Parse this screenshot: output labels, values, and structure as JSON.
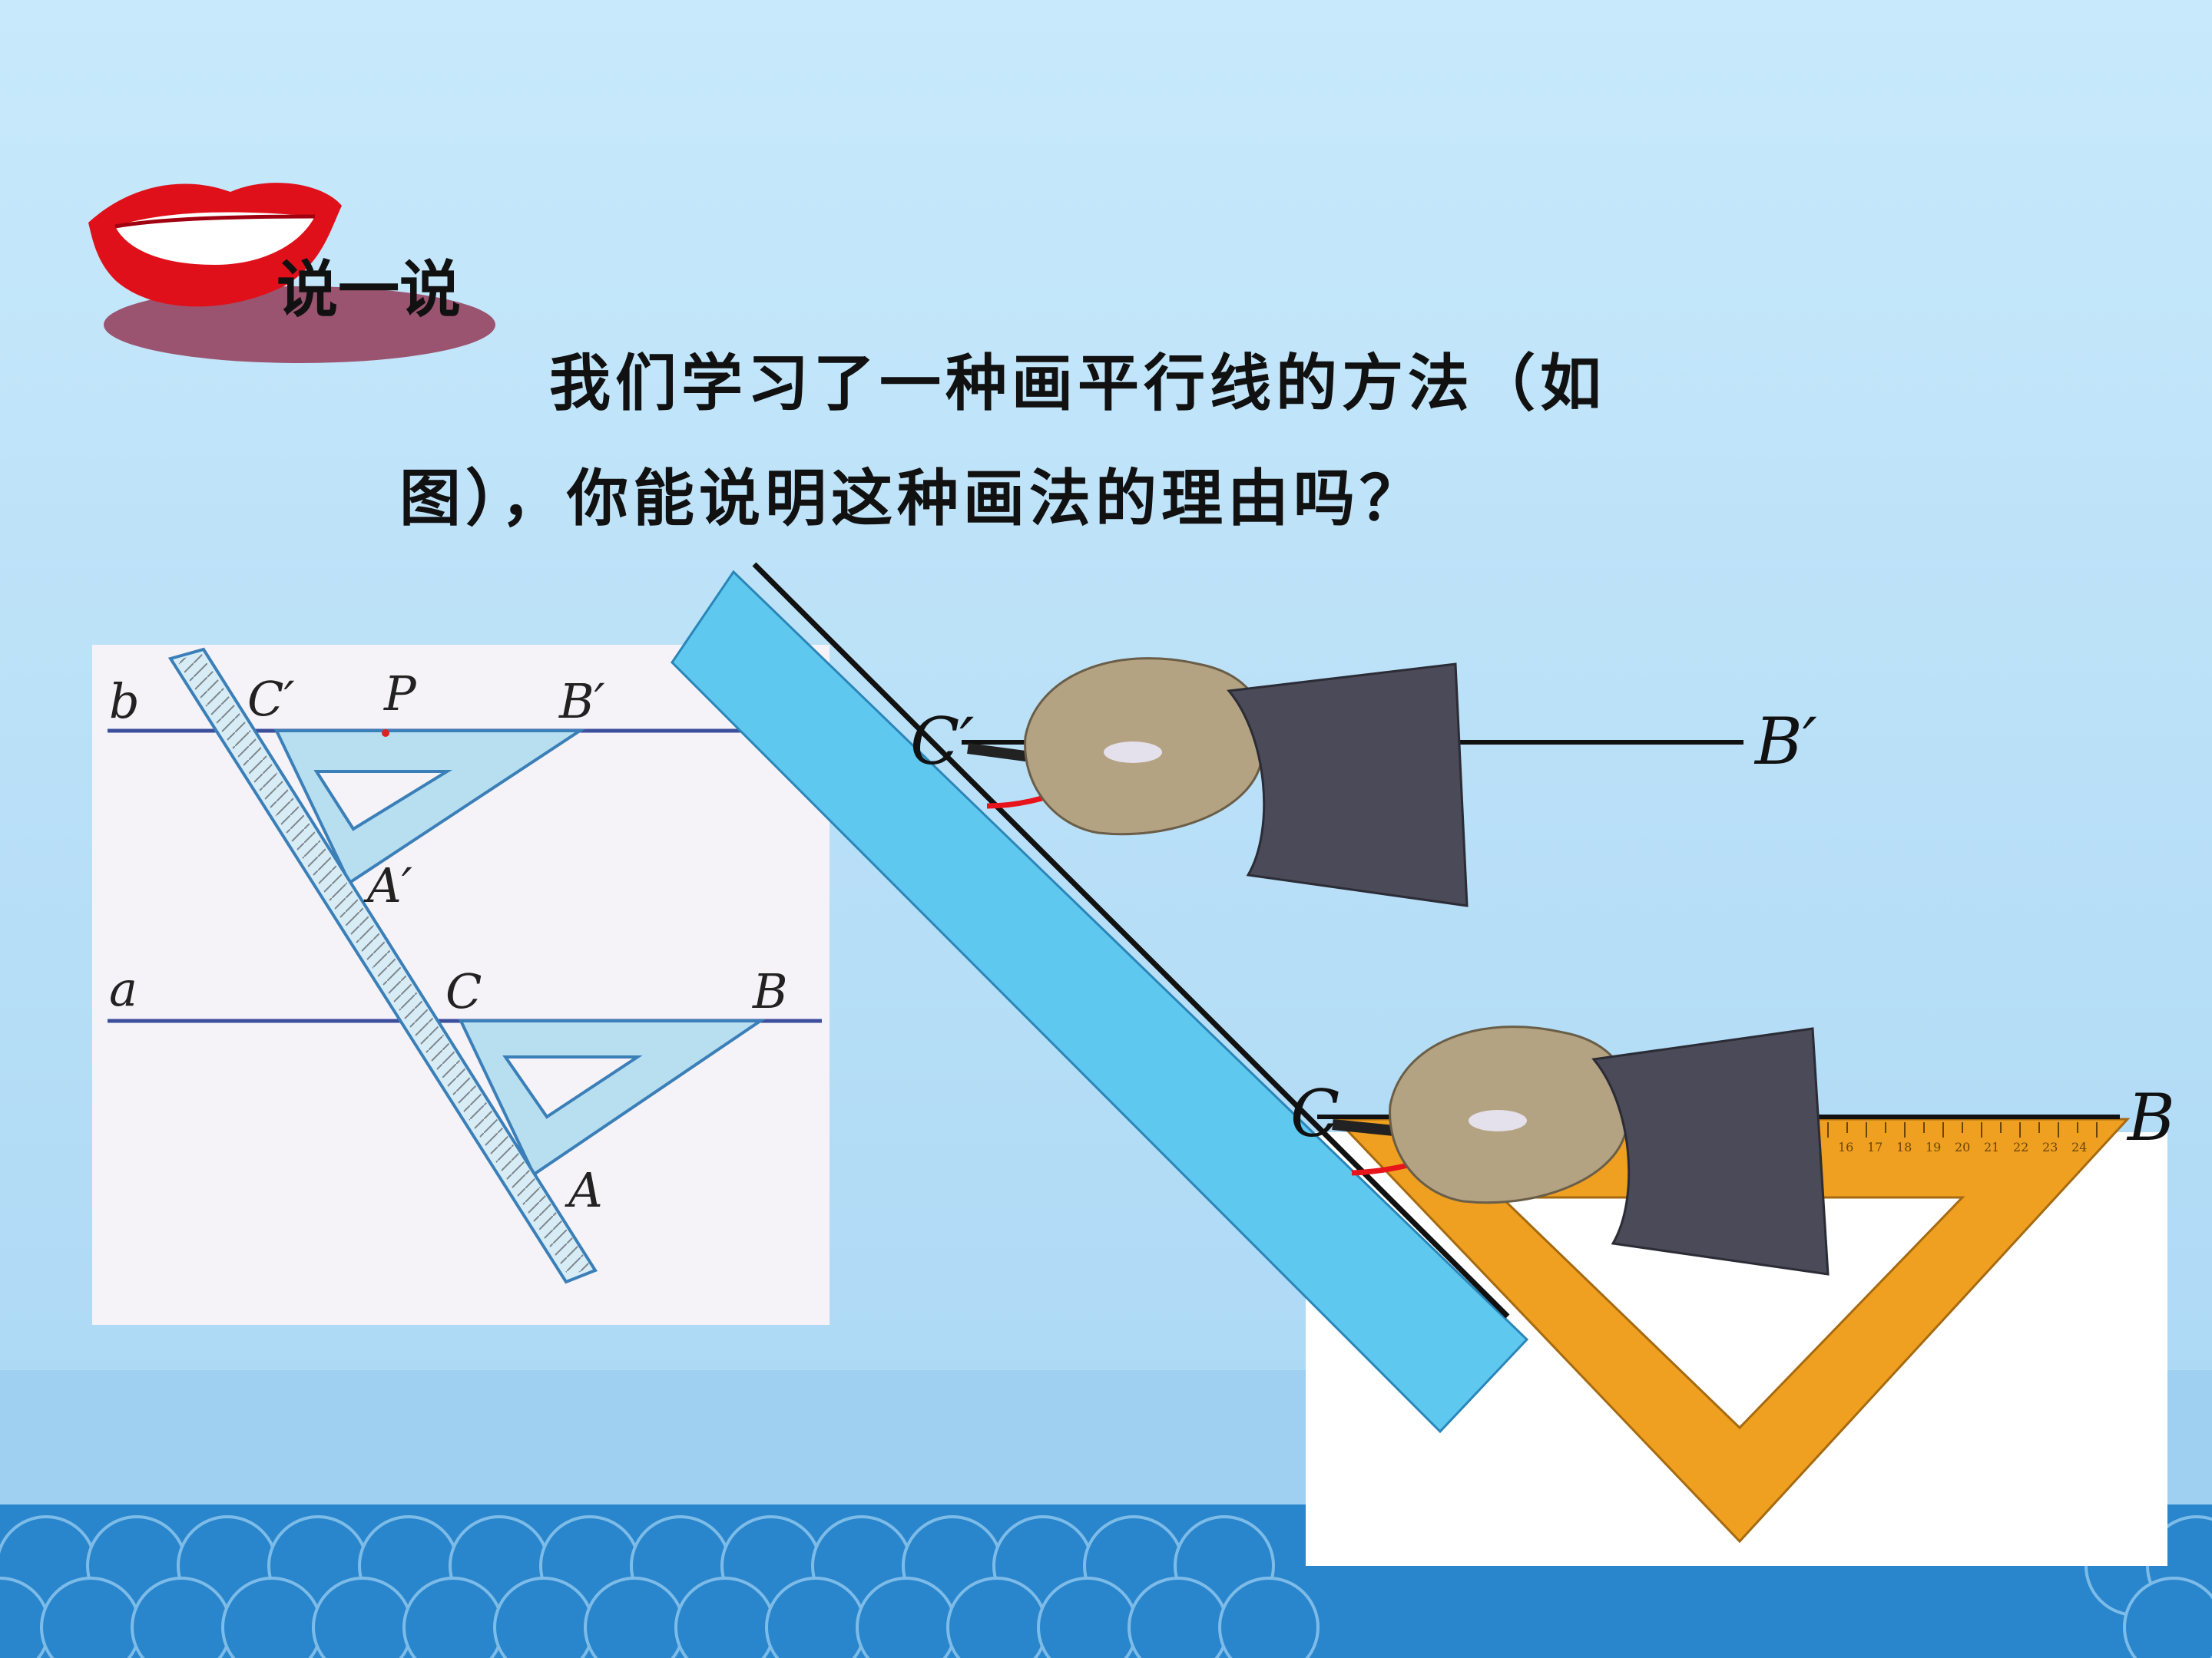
{
  "slide": {
    "badge_label": "说一说",
    "question_line1": "我们学习了一种画平行线的方法（如",
    "question_line2": "图），你能说明这种画法的理由吗？"
  },
  "left_figure": {
    "labels": {
      "b": "b",
      "a": "a",
      "C_prime": "C′",
      "P": "P",
      "B_prime": "B′",
      "A_prime": "A′",
      "C": "C",
      "B": "B",
      "A": "A"
    }
  },
  "right_figure": {
    "labels": {
      "C_prime": "C′",
      "B_prime": "B′",
      "C": "C",
      "B": "B"
    },
    "ruler_ticks": [
      "16",
      "17",
      "18",
      "19",
      "20",
      "21",
      "22",
      "23",
      "24"
    ]
  },
  "colors": {
    "background_top": "#c6e8fb",
    "background_bottom": "#a7d3f2",
    "wave": "#2a86cc",
    "ruler_blue": "#5ec8ef",
    "set_square_orange": "#f0a020",
    "lips_red": "#e0101a",
    "badge_mauve": "#9b5470",
    "construction_arc": "#e8141c",
    "glove": "#4a4a58"
  }
}
